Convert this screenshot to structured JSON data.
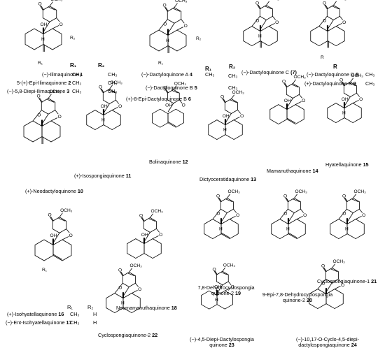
{
  "headers": {
    "r1": "R₁",
    "r2": "R₂",
    "r": "R"
  },
  "atoms": {
    "o": "O",
    "oh": "OH",
    "och3": "OCH₃",
    "h": "H",
    "r1": "R₁",
    "r2": "R₂",
    "r": "R",
    "ch3": "CH₃"
  },
  "compounds": [
    {
      "name": "(−)-Ilimaquinone",
      "num": "1"
    },
    {
      "name": "5-(+)-Epi-Ilimaquinone",
      "num": "2"
    },
    {
      "name": "(−)-5,8-Diepi-Ilimaquinone",
      "num": "3"
    },
    {
      "name": "(−)-Dactyloquinone A",
      "num": "4"
    },
    {
      "name": "(−)-Dactyloquinone B",
      "num": "5"
    },
    {
      "name": "(+)-8-Epi-Dactyloquinone B",
      "num": "6"
    },
    {
      "name": "(−)-Dactyloquinone C",
      "num": "(7)"
    },
    {
      "name": "(−)-Dactyloquinone D",
      "num": "8"
    },
    {
      "name": "(+)-Dactyloquinone E",
      "num": "9"
    },
    {
      "name": "(+)-Neodactyloquinone",
      "num": "10"
    },
    {
      "name": "(+)-Isospongiaquinone",
      "num": "11"
    },
    {
      "name": "Bolinaquinone",
      "num": "12"
    },
    {
      "name": "Dictyoceratidaquinone",
      "num": "13"
    },
    {
      "name": "Mamanuthaquinone",
      "num": "14"
    },
    {
      "name": "Hyatellaquinone",
      "num": "15"
    },
    {
      "name": "(+)-Isohyatellaquinone",
      "num": "16"
    },
    {
      "name": "(−)-Ent-Isohyatellaquinone",
      "num": "17"
    },
    {
      "name": "Neomamanuthaquinone",
      "num": "18"
    },
    {
      "name": "7,8-Dehydrocyclospongia quinone-2",
      "num": "19"
    },
    {
      "name": "9-Epi-7,8-Dehydrocyclospongia quinone-2",
      "num": "20"
    },
    {
      "name": "Cyclospongiaquinone-1",
      "num": "21"
    },
    {
      "name": "Cyclospongiaquinone-2",
      "num": "22"
    },
    {
      "name": "(−)-4,5-Diepi-Dactylospongia quinone",
      "num": "23"
    },
    {
      "name": "(−)-10,17-O-Cyclo-4,5-diepi-dactylospongiaquinone",
      "num": "24"
    }
  ],
  "substituents": {
    "ilima_r2": [
      "CH₃",
      "CH₃",
      "CH₃"
    ],
    "dactylo_r1": [
      "CH₃",
      "",
      ""
    ],
    "dactylo_r2": [
      "CH₃",
      "CH₃",
      ""
    ],
    "de_r": [
      "CH₃",
      "CH₃"
    ],
    "iso_r1": [
      "CH₃",
      "CH₃"
    ],
    "iso_r2": [
      "H",
      "H"
    ]
  }
}
